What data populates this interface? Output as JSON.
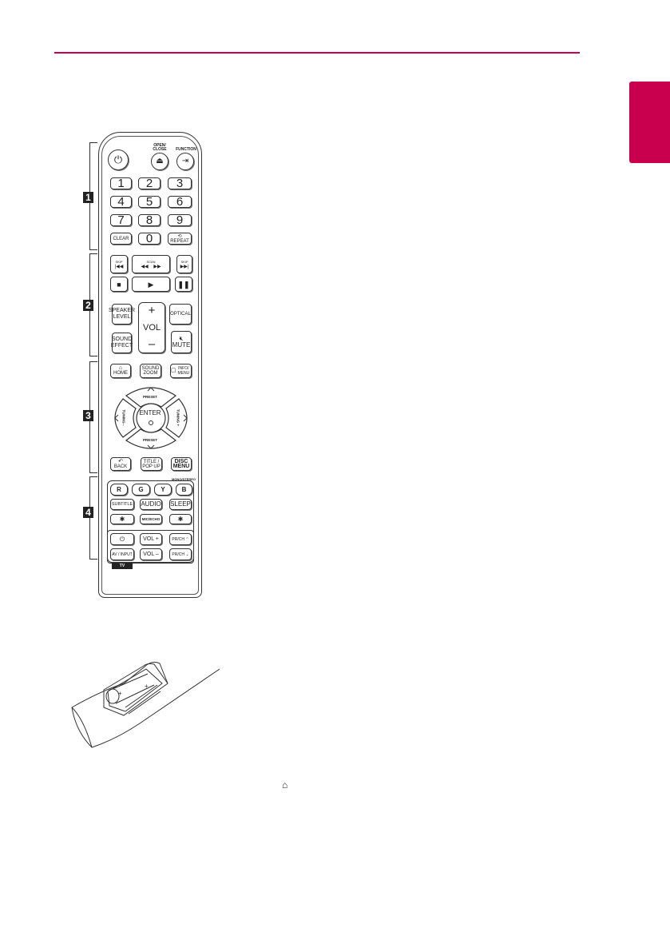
{
  "colors": {
    "accent": "#c8004e"
  },
  "sections": [
    "1",
    "2",
    "3",
    "4"
  ],
  "remote": {
    "power_icon": "power-icon",
    "open_close": "OPEN/ CLOSE",
    "function": "FUNCTION",
    "numbers": [
      "1",
      "2",
      "3",
      "4",
      "5",
      "6",
      "7",
      "8",
      "9",
      "0"
    ],
    "clear": "CLEAR",
    "repeat": "REPEAT",
    "skip": "SKIP",
    "scan": "SCAN",
    "speaker_level": "SPEAKER LEVEL",
    "vol": "VOL",
    "vol_plus": "+",
    "vol_minus": "–",
    "optical": "OPTICAL",
    "sound_effect": "SOUND EFFECT",
    "mute": "MUTE",
    "home": "HOME",
    "sound_zoom": "SOUND ZOOM",
    "info_menu": "INFO/ MENU",
    "preset": "PRESET",
    "tuning_minus": "TUNING -",
    "tuning_plus": "TUNING +",
    "enter": "ENTER",
    "back": "BACK",
    "title_popup": "TITLE / POP UP",
    "disc_menu": "DISC MENU",
    "mono_stereo": "MONO/STEREO",
    "color_keys": [
      "R",
      "G",
      "Y",
      "B"
    ],
    "subtitle": "SUBTITLE",
    "audio": "AUDIO",
    "sleep": "SLEEP",
    "star": "✱",
    "mic_echo": "MIC/ECHO",
    "tv_vol_plus": "VOL +",
    "tv_vol_minus": "VOL –",
    "pr_ch_up": "PR/CH ⌃",
    "pr_ch_down": "PR/CH ⌄",
    "av_input": "AV / INPUT",
    "tv": "TV"
  },
  "inline_icon": "home-icon"
}
